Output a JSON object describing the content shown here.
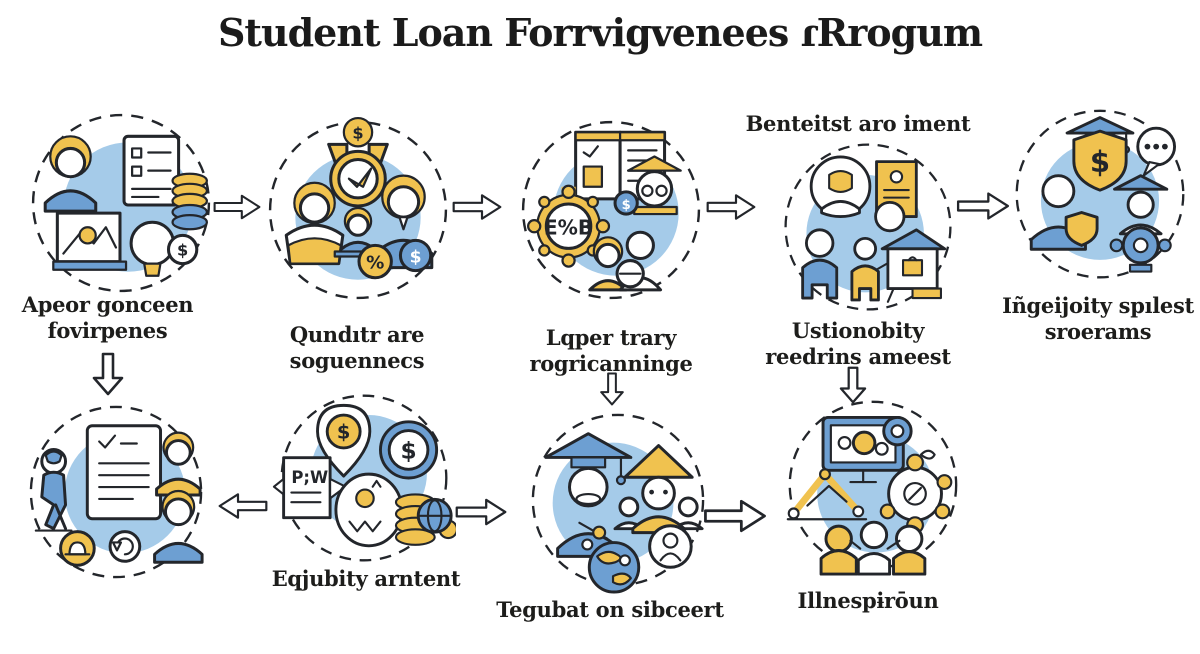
{
  "title": "Student Loan Forrvigvenees ɾRrogum",
  "flow": {
    "top": [
      {
        "name": "application",
        "label": [
          "Apeor gonceen",
          "fovirpenes"
        ]
      },
      {
        "name": "qualification",
        "label": [
          "Qundıtr are",
          "soguennecs"
        ]
      },
      {
        "name": "paperwork",
        "label": [
          "Lqper trary",
          "rogricanninge"
        ]
      },
      {
        "name": "benefits",
        "top_label": "Benteitst aro iment",
        "label": [
          "Ustionobity",
          "reedrins ameest"
        ]
      },
      {
        "name": "eligibility",
        "label": [
          "Iñgeijoity spılest",
          "sroerams"
        ]
      }
    ],
    "bottom": [
      {
        "name": "review",
        "label": []
      },
      {
        "name": "equity",
        "label": [
          "Eqjubity arntent"
        ]
      },
      {
        "name": "graduates",
        "label": [
          "Tegubat on sibceert"
        ]
      },
      {
        "name": "inspection",
        "label": [
          "Illnespɨrōun"
        ]
      }
    ]
  },
  "glyphs": {
    "dollar": "$",
    "percent": "%",
    "gear_label": "E%B",
    "doc_label": "P;W"
  },
  "colors": {
    "accent_blue": "#a5cbe9",
    "accent_yellow": "#f0c24f",
    "figure_blue": "#6d9fd2",
    "outline": "#23262b",
    "background": "#ffffff"
  }
}
